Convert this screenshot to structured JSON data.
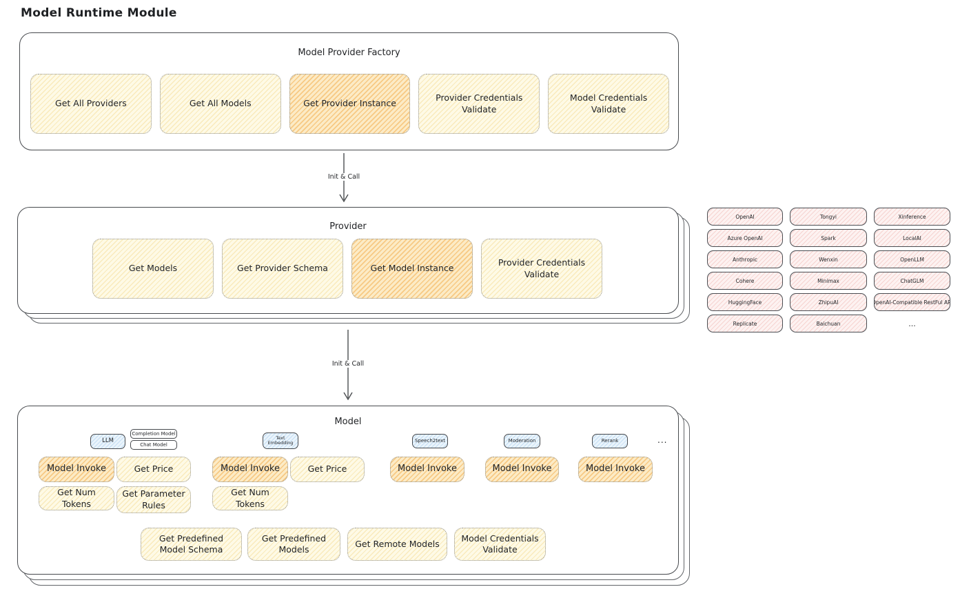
{
  "title": "Model Runtime Module",
  "factory": {
    "title": "Model Provider Factory",
    "boxes": [
      {
        "label": "Get All Providers",
        "highlight": false
      },
      {
        "label": "Get All Models",
        "highlight": false
      },
      {
        "label": "Get Provider Instance",
        "highlight": true
      },
      {
        "label": "Provider Credentials Validate",
        "highlight": false
      },
      {
        "label": "Model Credentials Validate",
        "highlight": false
      }
    ]
  },
  "arrow1": {
    "label": "Init & Call"
  },
  "arrow2": {
    "label": "Init & Call"
  },
  "provider": {
    "title": "Provider",
    "boxes": [
      {
        "label": "Get Models",
        "highlight": false
      },
      {
        "label": "Get Provider Schema",
        "highlight": false
      },
      {
        "label": "Get Model Instance",
        "highlight": true
      },
      {
        "label": "Provider Credentials Validate",
        "highlight": false
      }
    ]
  },
  "provider_list": {
    "items": [
      "OpenAI",
      "Tongyi",
      "Xinference",
      "Azure OpenAI",
      "Spark",
      "LocalAI",
      "Anthropic",
      "Wenxin",
      "OpenLLM",
      "Cohere",
      "Minimax",
      "ChatGLM",
      "HuggingFace",
      "ZhipuAI",
      "OpenAI-Compatible RestFul API",
      "Replicate",
      "Baichuan"
    ],
    "ellipsis": "..."
  },
  "model": {
    "title": "Model",
    "ellipsis": "...",
    "groups": [
      {
        "tab": "LLM",
        "subtabs": [
          "Completion Model",
          "Chat Model"
        ],
        "boxes": [
          "Model Invoke",
          "Get Price",
          "Get Num Tokens",
          "Get Parameter Rules"
        ]
      },
      {
        "tab": "Text Embedding",
        "boxes": [
          "Model Invoke",
          "Get Price",
          "Get Num Tokens"
        ]
      },
      {
        "tab": "Speech2text",
        "boxes": [
          "Model Invoke"
        ]
      },
      {
        "tab": "Moderation",
        "boxes": [
          "Model Invoke"
        ]
      },
      {
        "tab": "Rerank",
        "boxes": [
          "Model Invoke"
        ]
      }
    ],
    "bottom": [
      "Get Predefined Model Schema",
      "Get Predefined Models",
      "Get Remote Models",
      "Model Credentials Validate"
    ]
  },
  "colors": {
    "yellow_hatch": "#f0c766",
    "orange_hatch": "#f1a740",
    "pink_hatch": "#e78c84",
    "blue_hatch": "#7db4e1",
    "outline": "#46494d"
  }
}
